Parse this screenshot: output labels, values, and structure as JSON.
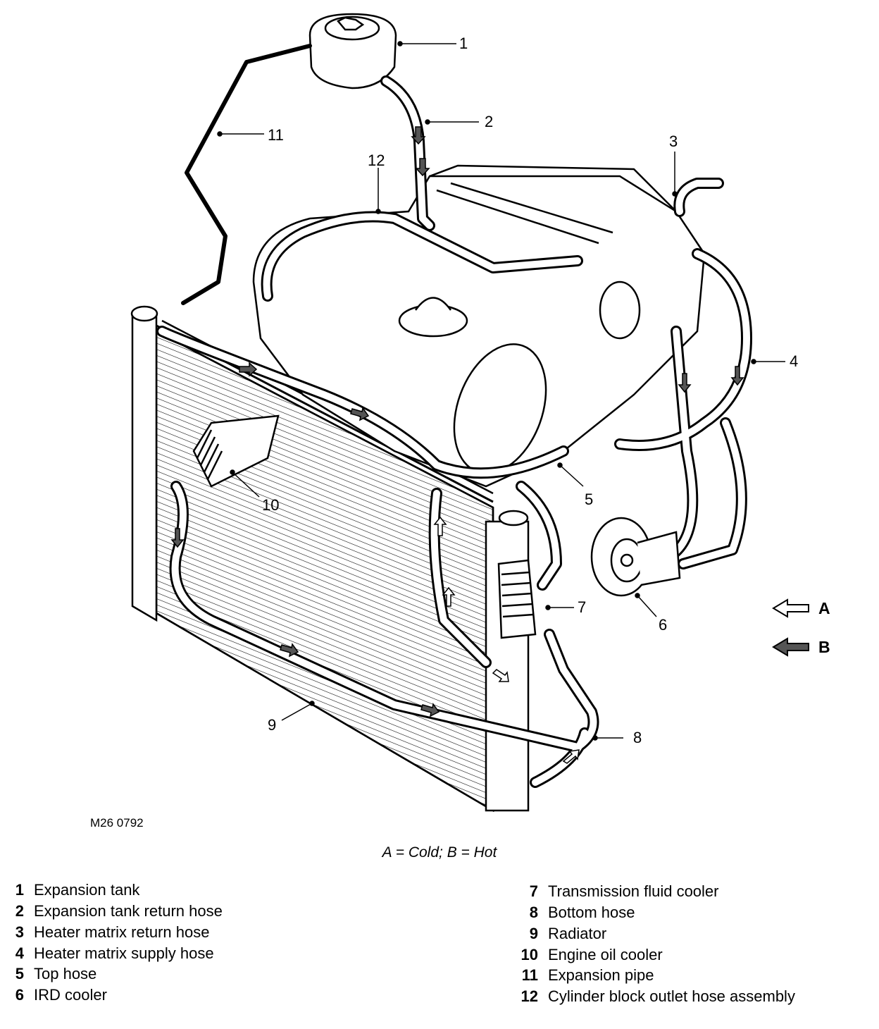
{
  "figure_code": "M26 0792",
  "caption": "A = Cold; B = Hot",
  "flow_key": [
    {
      "letter": "A",
      "meaning_color": "#ffffff"
    },
    {
      "letter": "B",
      "meaning_color": "#555555"
    }
  ],
  "callouts": [
    "1",
    "2",
    "3",
    "4",
    "5",
    "6",
    "7",
    "8",
    "9",
    "10",
    "11",
    "12"
  ],
  "legend": [
    {
      "num": "1",
      "label": "Expansion tank"
    },
    {
      "num": "2",
      "label": "Expansion tank return hose"
    },
    {
      "num": "3",
      "label": "Heater matrix return hose"
    },
    {
      "num": "4",
      "label": "Heater matrix supply hose"
    },
    {
      "num": "5",
      "label": "Top hose"
    },
    {
      "num": "6",
      "label": "IRD cooler"
    },
    {
      "num": "7",
      "label": "Transmission fluid cooler"
    },
    {
      "num": "8",
      "label": "Bottom hose"
    },
    {
      "num": "9",
      "label": "Radiator"
    },
    {
      "num": "10",
      "label": "Engine oil cooler"
    },
    {
      "num": "11",
      "label": "Expansion pipe"
    },
    {
      "num": "12",
      "label": "Cylinder block outlet hose assembly"
    }
  ]
}
